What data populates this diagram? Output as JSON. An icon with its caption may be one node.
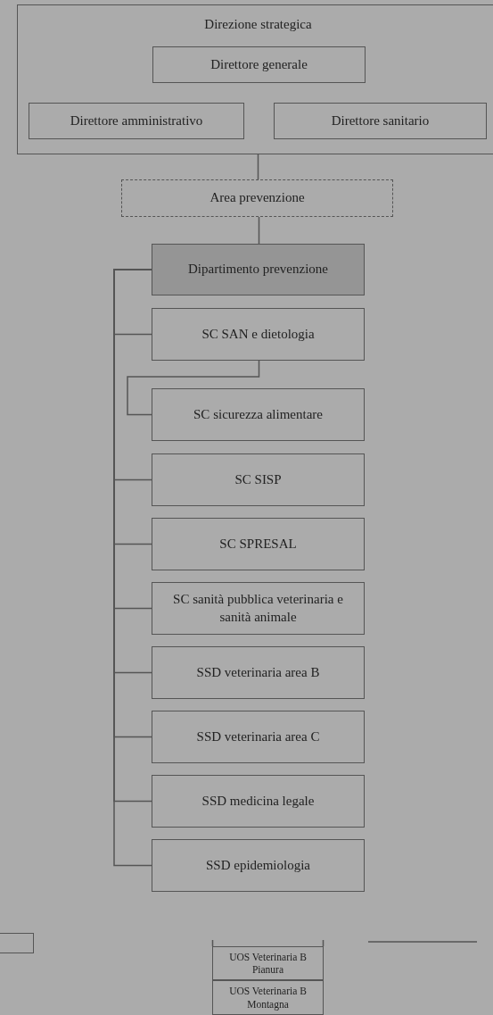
{
  "diagram": {
    "nodes": [
      {
        "text": [
          "Direzione strategica"
        ]
      },
      {
        "text": [
          "Direttore generale"
        ],
        "in": 0
      },
      {
        "text": [
          "Direttore amministrativo"
        ],
        "in": 0
      },
      {
        "text": [
          "Direttore sanitario"
        ],
        "in": 0
      },
      {
        "text": [
          "Area prevenzione"
        ]
      },
      {
        "text": [
          "Dipartimento prevenzione"
        ]
      },
      {
        "text": [
          "SC SAN e dietologia"
        ]
      },
      {
        "text": [
          "SC sicurezza alimentare"
        ]
      },
      {
        "text": [
          "SC SISP"
        ]
      },
      {
        "text": [
          "SC SPRESAL"
        ]
      },
      {
        "text": [
          "SC sanità pubblica veterinaria e sanità animale"
        ]
      },
      {
        "text": [
          "SSD veterinaria area B"
        ]
      },
      {
        "text": [
          "SSD veterinaria area C"
        ]
      },
      {
        "text": [
          "SSD medicina legale"
        ]
      },
      {
        "text": [
          "SSD epidemiologia"
        ]
      },
      {
        "text": [],
        "shape": "box"
      },
      {
        "text": [
          "UOS Veterinaria B Pianura"
        ]
      },
      {
        "text": [
          "UOS Veterinaria B Montagna"
        ]
      }
    ],
    "edges": [
      {
        "from": 0,
        "to": 4,
        "arrow": "none"
      },
      {
        "from": 4,
        "to": 5,
        "arrow": "none"
      },
      {
        "from": 5,
        "to": 6,
        "arrow": "none"
      },
      {
        "from": 6,
        "to": 7,
        "arrow": "none"
      },
      {
        "from": 5,
        "to": 8,
        "arrow": "none"
      },
      {
        "from": 5,
        "to": 9,
        "arrow": "none"
      },
      {
        "from": 5,
        "to": 10,
        "arrow": "none"
      },
      {
        "from": 5,
        "to": 11,
        "arrow": "none"
      },
      {
        "from": 5,
        "to": 12,
        "arrow": "none"
      },
      {
        "from": 5,
        "to": 13,
        "arrow": "none"
      },
      {
        "from": 5,
        "to": 14,
        "arrow": "none"
      }
    ]
  }
}
